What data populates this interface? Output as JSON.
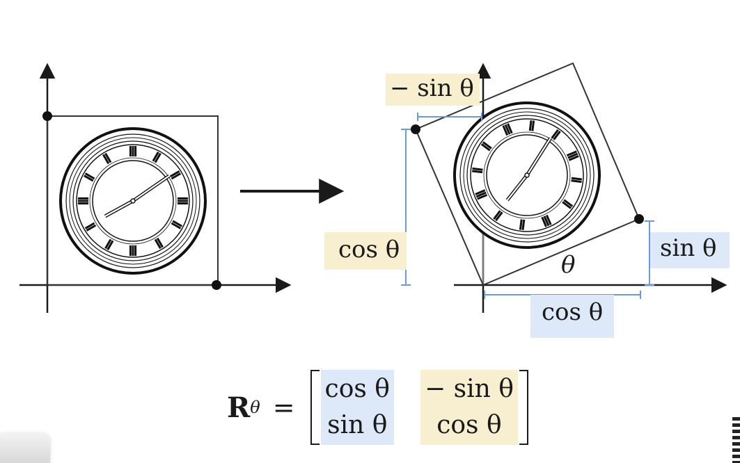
{
  "labels": {
    "neg_sin_top": "− sin θ",
    "cos_left": "cos θ",
    "sin_right": "sin θ",
    "theta": "θ",
    "cos_bottom": "cos θ"
  },
  "formula": {
    "lhs": "R",
    "subscript": "θ",
    "equals": "=",
    "col1": [
      "cos θ",
      "sin θ"
    ],
    "col2": [
      "− sin θ",
      "cos θ"
    ]
  },
  "colors": {
    "highlight_yellow": "#f7efcf",
    "highlight_blue": "#dde8f8",
    "bracket_line": "#6a9ad8",
    "ink": "#1a1a1a"
  },
  "icons": {
    "clock": "clock-icon",
    "arrow": "right-arrow-icon"
  }
}
